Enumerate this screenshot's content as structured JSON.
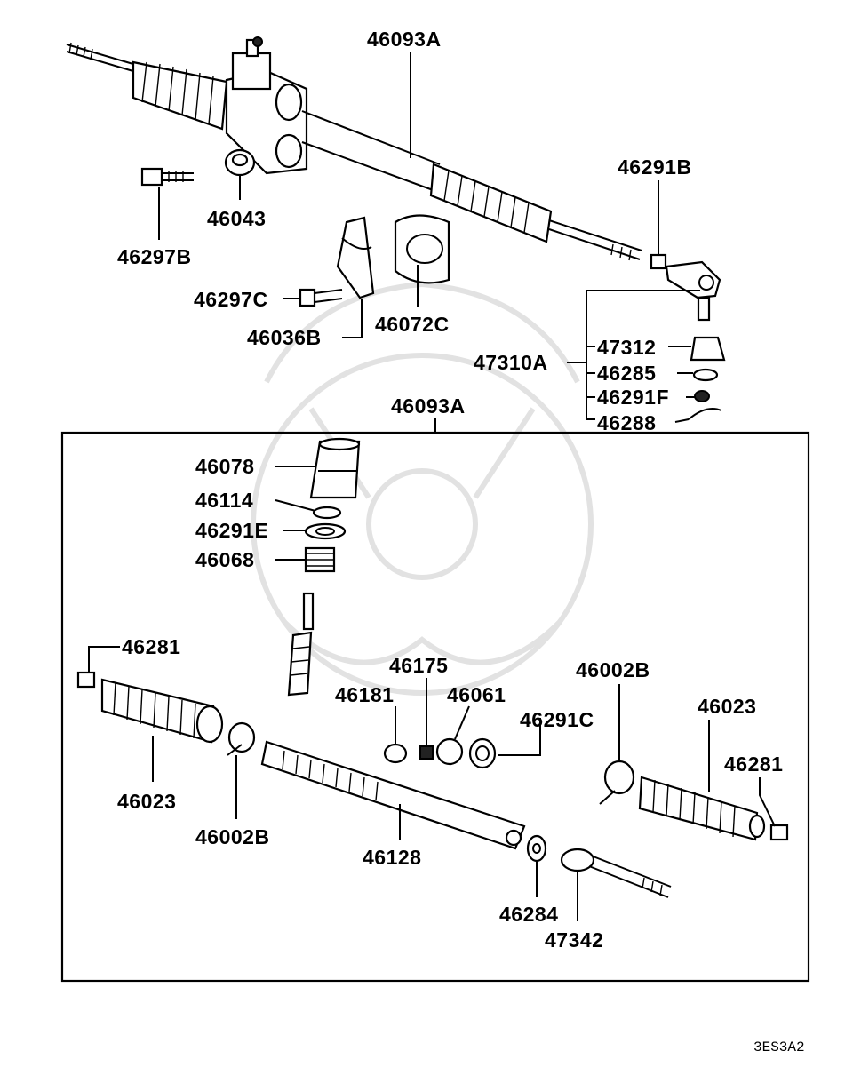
{
  "diagram": {
    "code": "3ES3A2",
    "labels": {
      "assy_top": "46093A",
      "bolt_a": "46297B",
      "bushing": "46043",
      "bolt_b": "46297C",
      "clamp": "46036B",
      "grommet": "46072C",
      "nut_outer": "46291B",
      "tie_rod_end": "47310A",
      "boot_end": "47312",
      "ring_end": "46285",
      "nut_end": "46291F",
      "pin_end": "46288",
      "assy_box": "46093A",
      "cover": "46078",
      "oring": "46114",
      "locknut": "46291E",
      "plug": "46068",
      "pinion": "46128",
      "clip_left": "46281",
      "boot_left": "46023",
      "band_left": "46002B",
      "spring": "46175",
      "guide": "46181",
      "yoke": "46061",
      "yoke_nut": "46291C",
      "band_right": "46002B",
      "boot_right": "46023",
      "clip_right": "46281",
      "washer": "46284",
      "inner_rod": "47342"
    }
  }
}
